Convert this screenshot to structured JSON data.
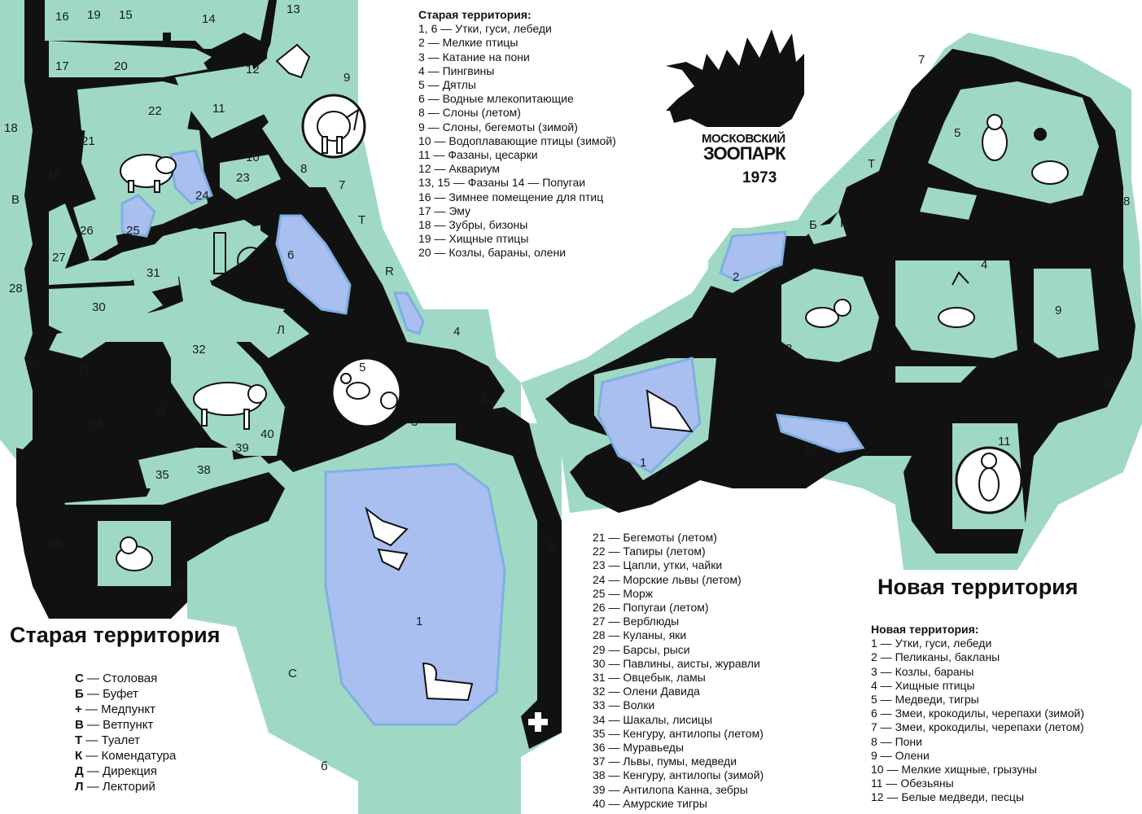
{
  "logo": {
    "line1": "МОСКОВСКИЙ",
    "line2": "ЗООПАРК",
    "year": "1973"
  },
  "titles": {
    "old": "Старая территория",
    "new": "Новая территория"
  },
  "legend_old_top": {
    "heading": "Старая территория:",
    "items": [
      "1, 6 — Утки, гуси, лебеди",
      "2 — Мелкие птицы",
      "3 — Катание на пони",
      "4 — Пингвины",
      "5 — Дятлы",
      "6 — Водные млекопитающие",
      "8 — Слоны (летом)",
      "9 — Слоны, бегемоты (зимой)",
      "10 — Водоплавающие птицы (зимой)",
      "11 — Фазаны, цесарки",
      "12 — Аквариум",
      "13, 15 — Фазаны 14 — Попугаи",
      "16 — Зимнее помещение для птиц",
      "17 — Эму",
      "18 — Зубры, бизоны",
      "19 — Хищные птицы",
      "20 — Козлы, бараны, олени"
    ]
  },
  "legend_old_bottom": {
    "items": [
      "21 — Бегемоты (летом)",
      "22 — Тапиры (летом)",
      "23 — Цапли, утки, чайки",
      "24 — Морские львы (летом)",
      "25 — Морж",
      "26 — Попугаи (летом)",
      "27 — Верблюды",
      "28 — Куланы, яки",
      "29 — Барсы, рыси",
      "30 — Павлины, аисты, журавли",
      "31 — Овцебык, ламы",
      "32 — Олени Давида",
      "33 — Волки",
      "34 — Шакалы, лисицы",
      "35 — Кенгуру, антилопы (летом)",
      "36 — Муравьеды",
      "37 — Львы, пумы, медведи",
      "38 — Кенгуру, антилопы (зимой)",
      "39 — Антилопа Канна, зебры",
      "40 — Амурские тигры"
    ]
  },
  "legend_symbols": {
    "items": [
      {
        "sym": "С",
        "text": " — Столовая"
      },
      {
        "sym": "Б",
        "text": " — Буфет"
      },
      {
        "sym": "+",
        "text": " — Медпункт"
      },
      {
        "sym": "В",
        "text": " — Ветпункт"
      },
      {
        "sym": "Т",
        "text": " — Туалет"
      },
      {
        "sym": "К",
        "text": " — Комендатура"
      },
      {
        "sym": "Д",
        "text": " — Дирекция"
      },
      {
        "sym": "Л",
        "text": " — Лекторий"
      }
    ]
  },
  "legend_new": {
    "heading": "Новая территория:",
    "items": [
      "1 — Утки, гуси, лебеди",
      "2 — Пеликаны, бакланы",
      "3 — Козлы, бараны",
      "4 — Хищные птицы",
      "5 — Медведи, тигры",
      "6 — Змеи, крокодилы, черепахи (зимой)",
      "7 — Змеи, крокодилы, черепахи (летом)",
      "8 — Пони",
      "9 — Олени",
      "10 — Мелкие хищные, грызуны",
      "11 — Обезьяны",
      "12 — Белые медведи, песцы"
    ]
  },
  "map_labels": {
    "old": [
      "16",
      "19",
      "15",
      "14",
      "13",
      "17",
      "20",
      "12",
      "9",
      "22",
      "11",
      "18",
      "21",
      "10",
      "23",
      "8",
      "19",
      "7",
      "24",
      "25",
      "26",
      "27",
      "28",
      "31",
      "6",
      "R",
      "30",
      "Л",
      "4",
      "32",
      "5",
      "29",
      "33",
      "Д",
      "2",
      "40",
      "34",
      "39",
      "3",
      "35",
      "38",
      "36",
      "37",
      "1",
      "С",
      "б",
      "Б",
      "В",
      "Т"
    ],
    "new": [
      "7",
      "5",
      "Т",
      "8",
      "Б",
      "К",
      "2",
      "4",
      "9",
      "3",
      "10",
      "1",
      "12",
      "11"
    ]
  },
  "colors": {
    "land": "#9fd9c5",
    "path": "#111111",
    "water": "#a9bff0",
    "water_edge": "#7fb0e0"
  }
}
